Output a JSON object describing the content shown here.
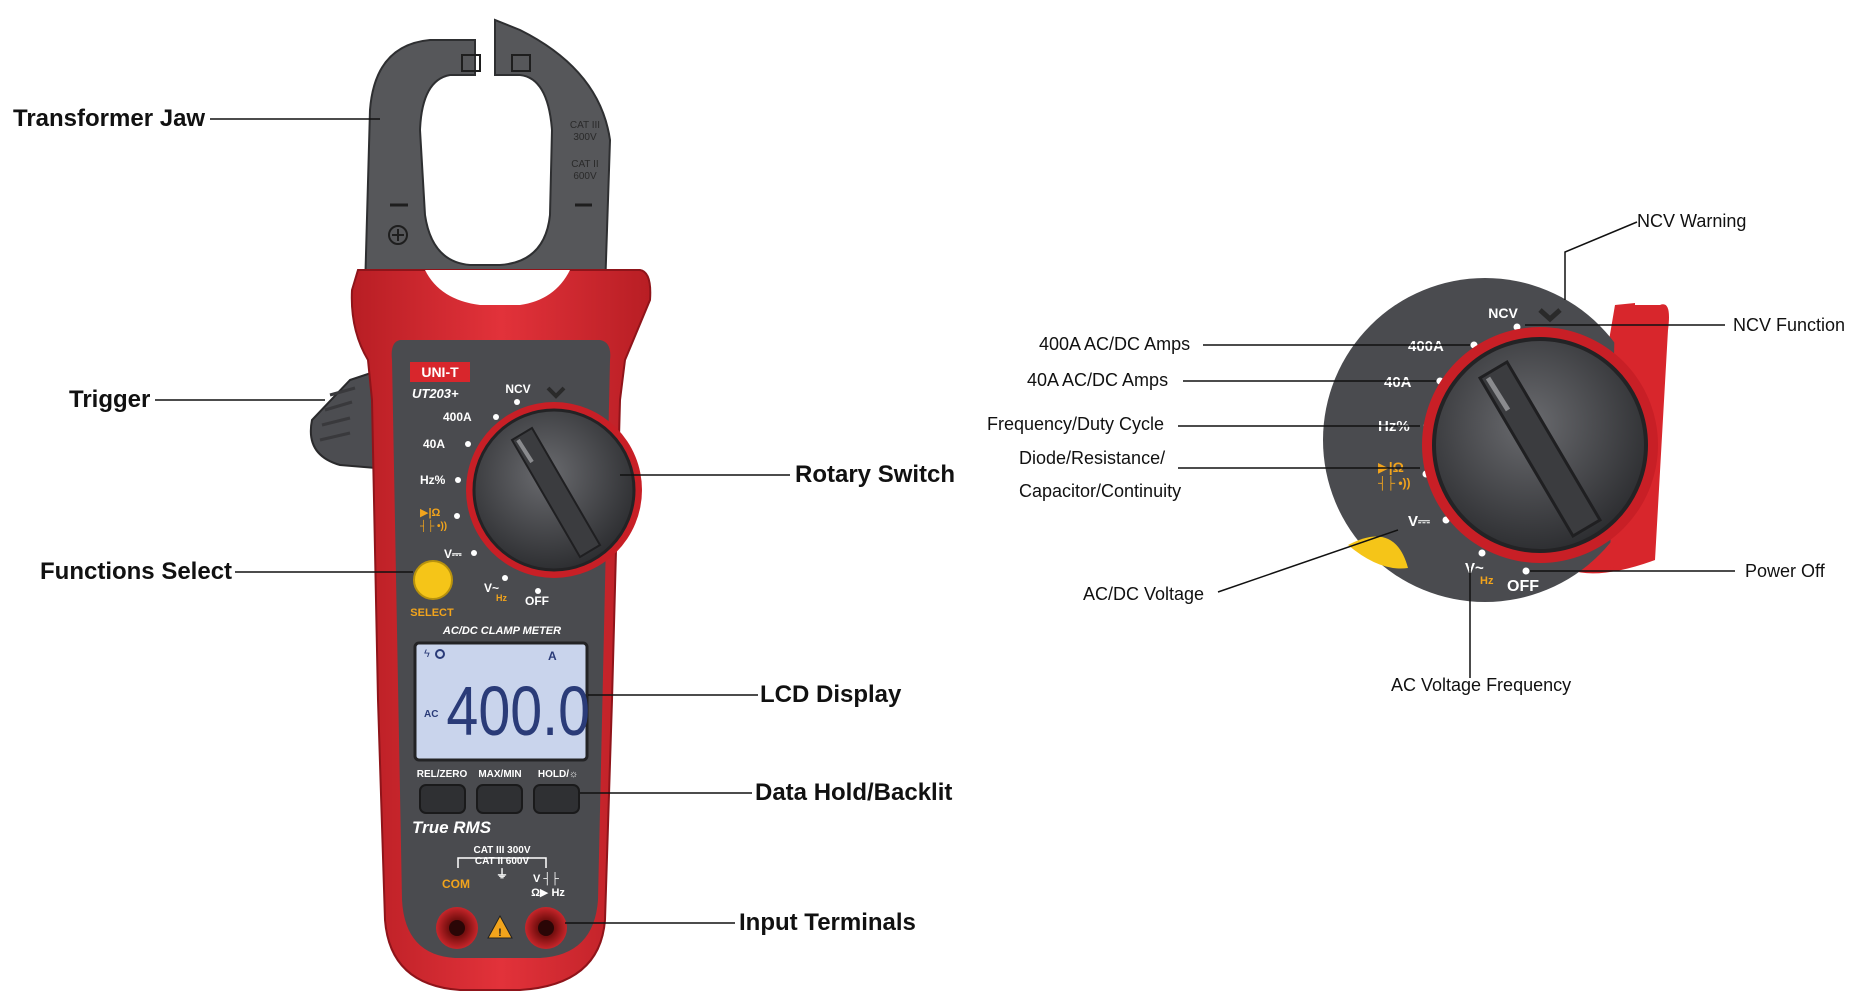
{
  "callouts": {
    "transformer_jaw": "Transformer Jaw",
    "trigger": "Trigger",
    "functions_select": "Functions Select",
    "rotary_switch": "Rotary Switch",
    "lcd_display": "LCD Display",
    "data_hold_backlit": "Data Hold/Backlit",
    "input_terminals": "Input Terminals",
    "ncv_warning": "NCV Warning",
    "ncv_function": "NCV Function",
    "amps_400": "400A AC/DC Amps",
    "amps_40": "40A AC/DC Amps",
    "freq_duty": "Frequency/Duty Cycle",
    "diode_line1": "Diode/Resistance/",
    "diode_line2": "Capacitor/Continuity",
    "acdc_voltage": "AC/DC Voltage",
    "power_off": "Power Off",
    "ac_voltage_freq": "AC Voltage Frequency"
  },
  "meter": {
    "brand": "UNI-T",
    "model": "UT203+",
    "jaw_cat_a": "CAT III",
    "jaw_cat_a_v": "300V",
    "jaw_cat_b": "CAT II",
    "jaw_cat_b_v": "600V",
    "ncv": "NCV",
    "range_400a": "400A",
    "range_40a": "40A",
    "range_hz": "Hz%",
    "range_diode": "▶|Ω",
    "range_cap": "┤├ •))",
    "range_v": "V⎓",
    "range_vhz": "V~",
    "range_vhz_sub": "Hz",
    "off": "OFF",
    "select_label": "SELECT",
    "subtitle": "AC/DC CLAMP METER",
    "lcd_value": "400.0",
    "lcd_unit": "A",
    "lcd_mode": "AC",
    "btn_rel": "REL/ZERO",
    "btn_max": "MAX/MIN",
    "btn_hold": "HOLD/☼",
    "true_rms": "True RMS",
    "cat_line1": "CAT III 300V",
    "cat_line2": "CAT II 600V",
    "com": "COM",
    "term_v": "V ┤├",
    "term_ohm": "Ω▶ Hz"
  },
  "colors": {
    "body_red": "#d8262c",
    "panel_gray": "#4a4b4f",
    "jaw_gray": "#555659",
    "select_yellow": "#f5c518",
    "lcd_blue": "#c9d4ec",
    "lcd_digits": "#2a3b78"
  }
}
